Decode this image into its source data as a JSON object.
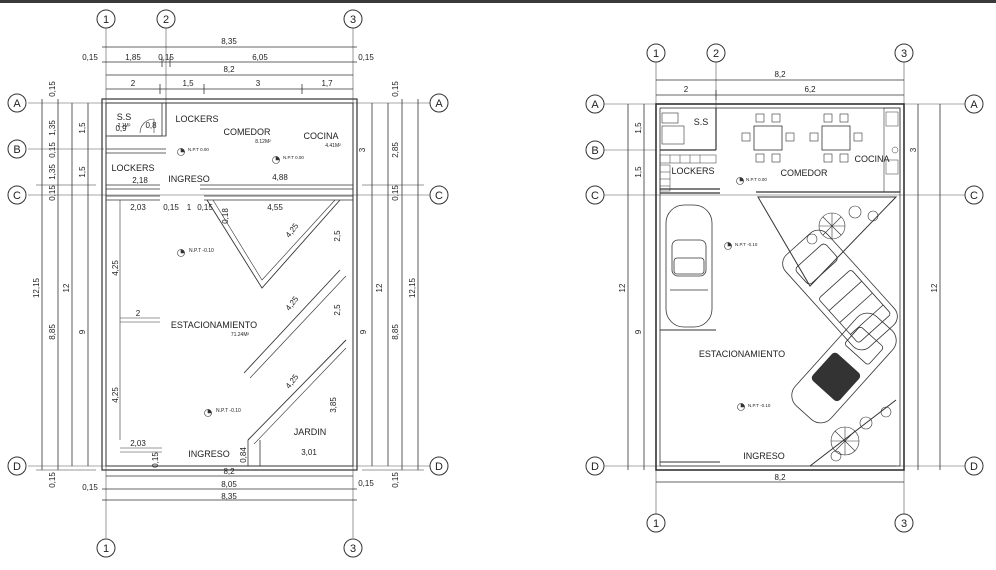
{
  "grid_labels": {
    "axis_1": "1",
    "axis_2": "2",
    "axis_3": "3",
    "axis_a": "A",
    "axis_b": "B",
    "axis_c": "C",
    "axis_d": "D"
  },
  "left_plan": {
    "dims_top": {
      "total_outer": "8,35",
      "wall_left": "0,15",
      "seg_185": "1,85",
      "seg_015b": "0,15",
      "seg_605": "6,05",
      "wall_right": "0,15",
      "inner_82": "8,2",
      "seg_2": "2",
      "seg_15": "1,5",
      "seg_3": "3",
      "seg_17": "1,7"
    },
    "dims_bottom": {
      "wall_left": "0,15",
      "wall_right": "0,15",
      "inner_82": "8,2",
      "inner_805": "8,05",
      "total_835": "8,35"
    },
    "dims_left": {
      "wall_top": "0,15",
      "h135a": "1,35",
      "h015": "0,15",
      "h135b": "1,35",
      "h015b": "0,15",
      "h15a": "1,5",
      "h15b": "1,5",
      "total_1215": "12,15",
      "h12": "12",
      "h885": "8,85",
      "h9": "9",
      "wall_bottom": "0,15"
    },
    "dims_right": {
      "wall_top": "0,15",
      "h3": "3",
      "h285": "2,85",
      "h015": "0,15",
      "total_1215": "12,15",
      "h12": "12",
      "h885": "8,85",
      "h9": "9",
      "wall_bottom": "0,15"
    },
    "interior_dims": {
      "d218": "2,18",
      "d488": "4,88",
      "d203a": "2,03",
      "d015": "0,15",
      "d1": "1",
      "d015b": "0,15",
      "d455": "4,55",
      "d015c": "0,15",
      "d09": "0,9",
      "d08": "0,8",
      "d425a": "4,25",
      "d425b": "4,25",
      "d425c": "4,25",
      "d425d": "4,25",
      "d425e": "4,25",
      "d25a": "2,5",
      "d25b": "2,5",
      "d2": "2",
      "d385": "3,85",
      "d203b": "2,03",
      "d084": "0,84",
      "d301": "3,01",
      "d018": "0,18",
      "d015d": "0,15"
    },
    "rooms": {
      "ss": "S.S",
      "ss_area": "2.1M²",
      "lockers_top": "LOCKERS",
      "comedor": "COMEDOR",
      "comedor_area": "8.12M²",
      "cocina": "COCINA",
      "cocina_area": "4.41M²",
      "lockers": "LOCKERS",
      "ingreso_top": "INGRESO",
      "estacionamiento": "ESTACIONAMIENTO",
      "estacionamiento_area": "71.24M²",
      "jardin": "JARDIN",
      "ingreso_bottom": "INGRESO"
    },
    "levels": {
      "npt1": "N.P.T 0.00",
      "npt2": "N.P.T 0.00",
      "npt3": "N.P.T -0.10",
      "npt4": "N.P.T -0.10"
    }
  },
  "right_plan": {
    "dims_top": {
      "total": "8,2",
      "seg_2": "2",
      "seg_62": "6,2"
    },
    "dims_bottom": {
      "total": "8,2"
    },
    "dims_left": {
      "h15a": "1,5",
      "h15b": "1,5",
      "h12": "12",
      "h9": "9"
    },
    "dims_right": {
      "h3": "3",
      "h12": "12"
    },
    "rooms": {
      "ss": "S.S",
      "lockers": "LOCKERS",
      "comedor": "COMEDOR",
      "cocina": "COCINA",
      "estacionamiento": "ESTACIONAMIENTO",
      "ingreso": "INGRESO"
    },
    "levels": {
      "npt1": "N.P.T 0.00",
      "npt2": "N.P.T -0.10",
      "npt3": "N.P.T -0.10"
    }
  }
}
